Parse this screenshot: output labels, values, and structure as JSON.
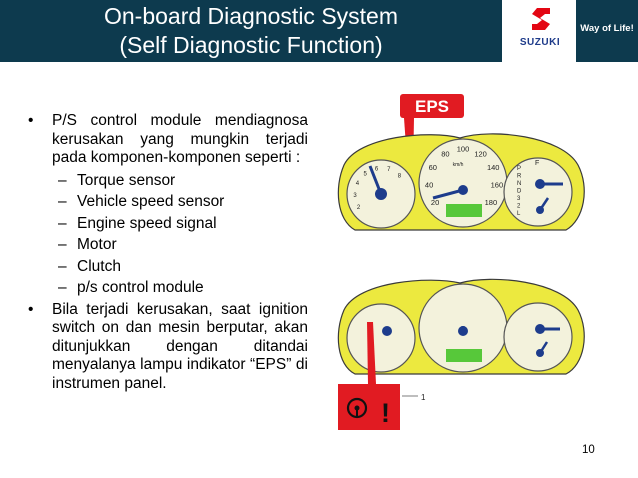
{
  "header": {
    "title_line1": "On-board Diagnostic System",
    "title_line2": "(Self Diagnostic Function)",
    "brand": "SUZUKI",
    "slogan": "Way of Life!"
  },
  "body": {
    "bullet1": "P/S control module mendiagnosa kerusakan yang mungkin terjadi pada komponen-komponen seperti :",
    "sub_items": [
      "Torque sensor",
      "Vehicle speed sensor",
      "Engine speed signal",
      "Motor",
      "Clutch",
      "p/s control module"
    ],
    "bullet2": "Bila terjadi kerusakan, saat ignition switch on dan mesin berputar, akan ditunjukkan dengan ditandai menyalanya lampu indikator “EPS” di instrumen panel."
  },
  "figure": {
    "eps_label": "EPS",
    "callout_number": "1",
    "speed_ticks": [
      "20",
      "40",
      "60",
      "80",
      "100",
      "120",
      "140",
      "160",
      "180"
    ],
    "tach_ticks": [
      "2",
      "3",
      "4",
      "5",
      "6",
      "7",
      "8"
    ],
    "gear_letters": [
      "P",
      "R",
      "N",
      "D",
      "3",
      "2",
      "L"
    ],
    "unit_label": "km/h",
    "fuel_label": "F",
    "colors": {
      "cluster_yellow": "#ece93f",
      "gauge_face": "#f3f2dc",
      "needle": "#1d3c8c",
      "warning_red": "#e11b22",
      "lcd_green": "#57c83a"
    }
  },
  "page_number": "10"
}
